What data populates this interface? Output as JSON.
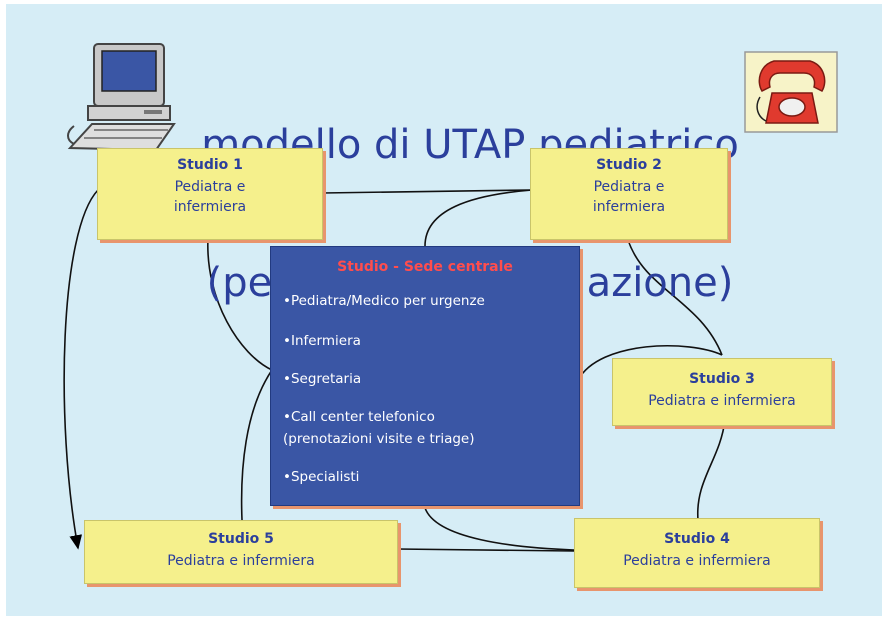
{
  "title": {
    "line1": "modello di UTAP pediatrico",
    "line2": "(pediatria in associazione)"
  },
  "central": {
    "title": "Studio - Sede centrale",
    "items": [
      "•Pediatra/Medico per urgenze",
      "•Infermiera",
      "•Segretaria",
      "•Call center telefonico",
      "(prenotazioni visite e triage)",
      "•Specialisti"
    ]
  },
  "studios": [
    {
      "name": "Studio 1",
      "line1": "Pediatra e",
      "line2": "infermiera"
    },
    {
      "name": "Studio 2",
      "line1": "Pediatra e",
      "line2": "infermiera"
    },
    {
      "name": "Studio 3",
      "line1": "Pediatra e infermiera"
    },
    {
      "name": "Studio 4",
      "line1": "Pediatra e infermiera"
    },
    {
      "name": "Studio 5",
      "line1": "Pediatra e infermiera"
    }
  ],
  "icons": [
    "computer-icon",
    "telephone-icon"
  ],
  "colors": {
    "background": "#d6edf6",
    "title": "#2b3f9c",
    "box_fill": "#f5f08c",
    "central_fill": "#3a56a5",
    "central_title": "#ff4d4d",
    "shadow": "#e8956d"
  }
}
